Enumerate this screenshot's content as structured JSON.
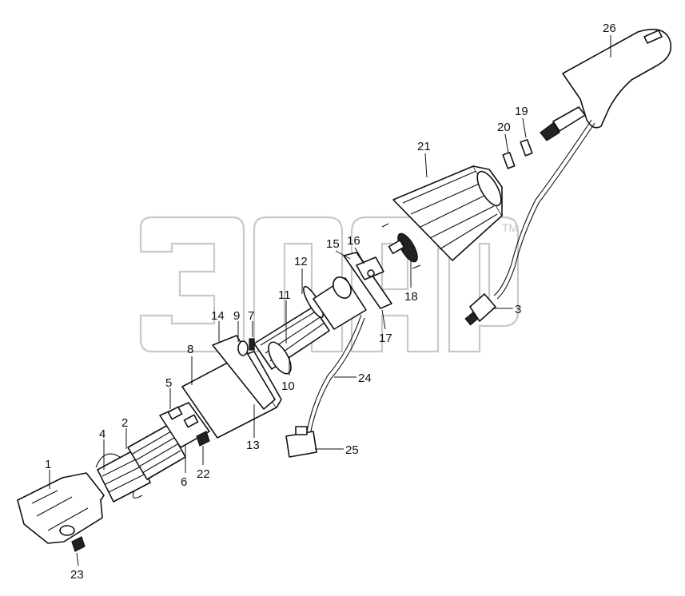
{
  "watermark": {
    "mark": "TM"
  },
  "callouts": [
    {
      "id": "1",
      "label": "1"
    },
    {
      "id": "2",
      "label": "2"
    },
    {
      "id": "3",
      "label": "3"
    },
    {
      "id": "4",
      "label": "4"
    },
    {
      "id": "5",
      "label": "5"
    },
    {
      "id": "6",
      "label": "6"
    },
    {
      "id": "7",
      "label": "7"
    },
    {
      "id": "8",
      "label": "8"
    },
    {
      "id": "9",
      "label": "9"
    },
    {
      "id": "10",
      "label": "10"
    },
    {
      "id": "11",
      "label": "11"
    },
    {
      "id": "12",
      "label": "12"
    },
    {
      "id": "13",
      "label": "13"
    },
    {
      "id": "14",
      "label": "14"
    },
    {
      "id": "15",
      "label": "15"
    },
    {
      "id": "16",
      "label": "16"
    },
    {
      "id": "17",
      "label": "17"
    },
    {
      "id": "18",
      "label": "18"
    },
    {
      "id": "19",
      "label": "19"
    },
    {
      "id": "20",
      "label": "20"
    },
    {
      "id": "21",
      "label": "21"
    },
    {
      "id": "22",
      "label": "22"
    },
    {
      "id": "23",
      "label": "23"
    },
    {
      "id": "24",
      "label": "24"
    },
    {
      "id": "25",
      "label": "25"
    },
    {
      "id": "26",
      "label": "26"
    }
  ]
}
